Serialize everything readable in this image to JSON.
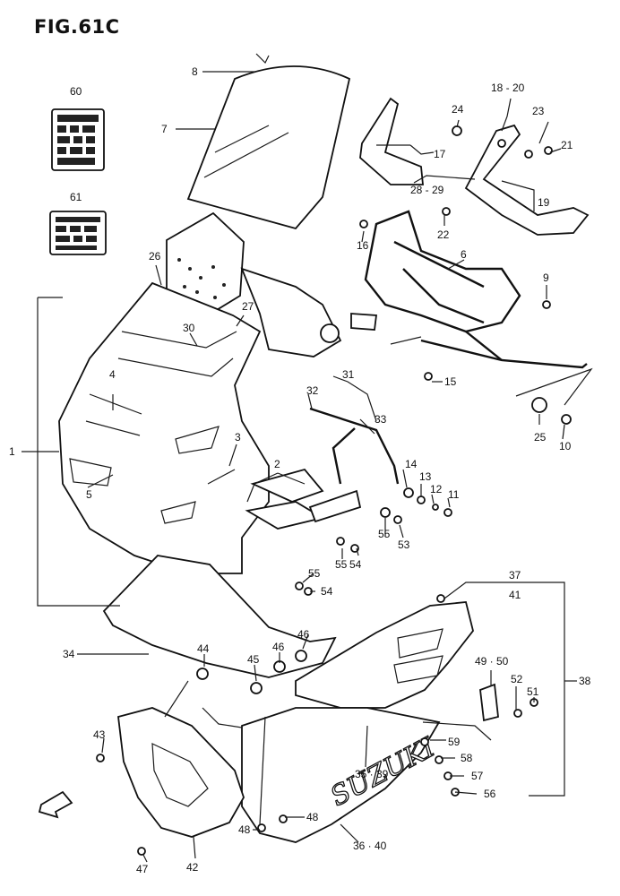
{
  "figure_title": "FIG.61C",
  "brand_mark": "SUZUKI",
  "callouts": [
    "1",
    "2",
    "3",
    "4",
    "5",
    "6",
    "7",
    "8",
    "9",
    "10",
    "11",
    "12",
    "13",
    "14",
    "15",
    "16",
    "17",
    "18 - 20",
    "19",
    "21",
    "22",
    "23",
    "24",
    "25",
    "26",
    "27",
    "28 - 29",
    "30",
    "31",
    "32",
    "33",
    "34",
    "35 · 39",
    "36 · 40",
    "37",
    "38",
    "41",
    "42",
    "43",
    "44",
    "45",
    "46",
    "47",
    "48",
    "49 · 50",
    "51",
    "52",
    "53",
    "54",
    "55",
    "56",
    "57",
    "58",
    "59",
    "60",
    "61"
  ]
}
